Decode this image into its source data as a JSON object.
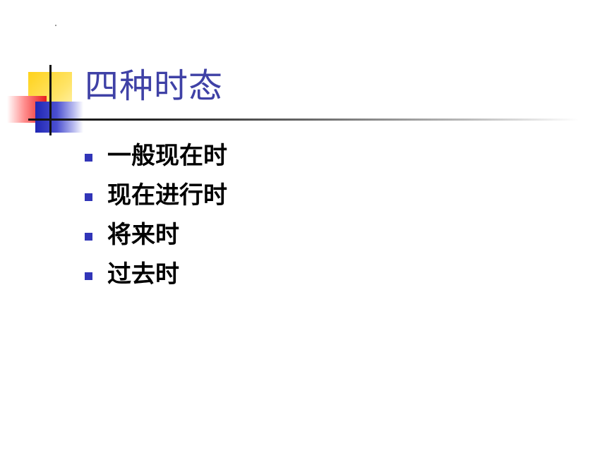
{
  "slide": {
    "title": "四种时态",
    "bullets": [
      {
        "text": "一般现在时"
      },
      {
        "text": "现在进行时"
      },
      {
        "text": "将来时"
      },
      {
        "text": "过去时"
      }
    ]
  },
  "colors": {
    "title": "#3f41a6",
    "bullet_marker": "#3135b8",
    "accent_yellow": "#ffd21a",
    "accent_red": "#e81c1c",
    "accent_blue": "#1f26b4"
  },
  "icons": {
    "bullet_marker": "square-bullet-icon",
    "decoration": "corner-squares-decoration"
  }
}
